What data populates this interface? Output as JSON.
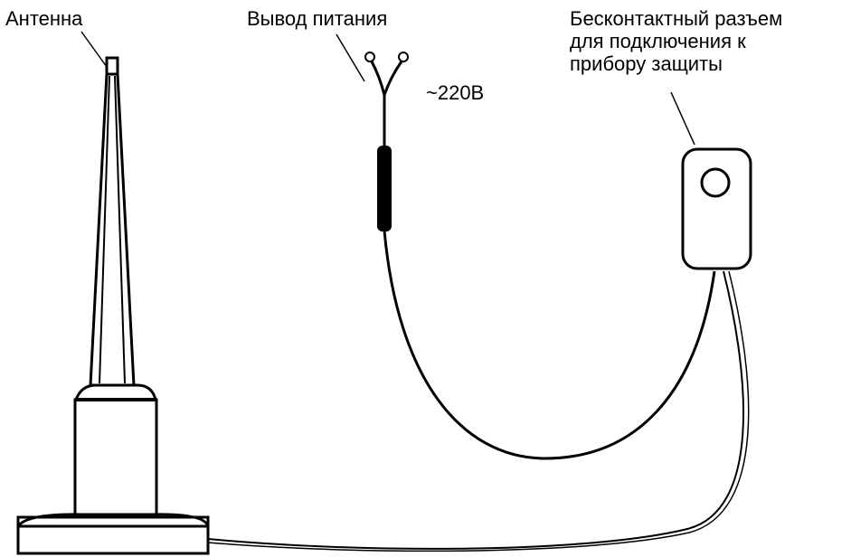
{
  "labels": {
    "antenna": "Антенна",
    "power_lead": "Вывод питания",
    "voltage": "~220В",
    "connector_lines": [
      "Бесконтактный разъем",
      "для подключения к",
      "прибору защиты"
    ]
  },
  "colors": {
    "stroke": "#000000",
    "background": "#ffffff"
  }
}
